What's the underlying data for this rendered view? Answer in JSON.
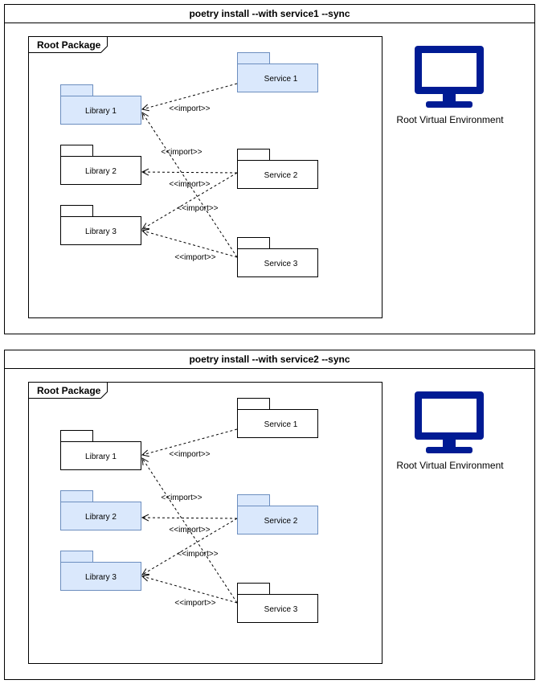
{
  "colors": {
    "active_fill": "#dae8fc",
    "active_stroke": "#6c8ebf",
    "inactive_fill": "#ffffff",
    "inactive_stroke": "#000000",
    "monitor": "#001b94"
  },
  "panels": [
    {
      "title": "poetry install --with service1 --sync",
      "package_label": "Root Package",
      "env_label": "Root Virtual Environment",
      "env_icon": "monitor-icon",
      "import_labels": [
        "<<import>>",
        "<<import>>",
        "<<import>>",
        "<<import>>",
        "<<import>>"
      ],
      "libraries": [
        {
          "name": "Library 1",
          "installed": true
        },
        {
          "name": "Library 2",
          "installed": false
        },
        {
          "name": "Library 3",
          "installed": false
        }
      ],
      "services": [
        {
          "name": "Service 1",
          "installed": true
        },
        {
          "name": "Service 2",
          "installed": false
        },
        {
          "name": "Service 3",
          "installed": false
        }
      ]
    },
    {
      "title": "poetry install --with service2 --sync",
      "package_label": "Root Package",
      "env_label": "Root Virtual Environment",
      "env_icon": "monitor-icon",
      "import_labels": [
        "<<import>>",
        "<<import>>",
        "<<import>>",
        "<<import>>",
        "<<import>>"
      ],
      "libraries": [
        {
          "name": "Library 1",
          "installed": false
        },
        {
          "name": "Library 2",
          "installed": true
        },
        {
          "name": "Library 3",
          "installed": true
        }
      ],
      "services": [
        {
          "name": "Service 1",
          "installed": false
        },
        {
          "name": "Service 2",
          "installed": true
        },
        {
          "name": "Service 3",
          "installed": false
        }
      ]
    }
  ]
}
